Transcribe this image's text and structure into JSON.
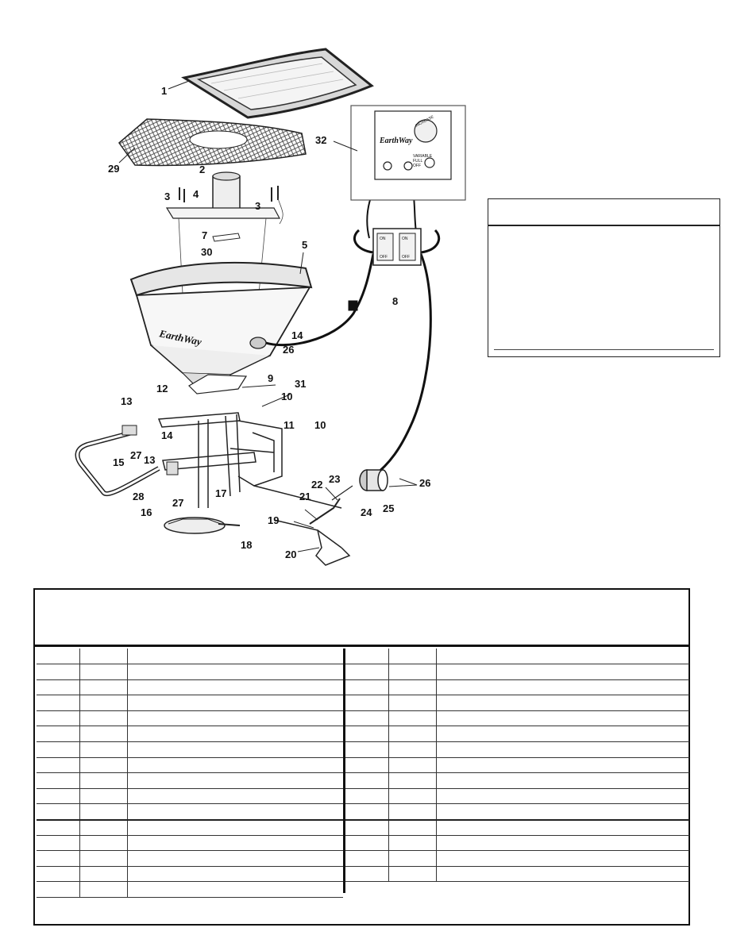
{
  "diagram": {
    "callouts": {
      "c1": "1",
      "c2": "2",
      "c3a": "3",
      "c3b": "3",
      "c4": "4",
      "c5": "5",
      "c7": "7",
      "c8": "8",
      "c9": "9",
      "c10a": "10",
      "c10b": "10",
      "c11": "11",
      "c12": "12",
      "c13a": "13",
      "c13b": "13",
      "c14a": "14",
      "c14b": "14",
      "c15": "15",
      "c16": "16",
      "c17": "17",
      "c18": "18",
      "c19": "19",
      "c20": "20",
      "c21": "21",
      "c22": "22",
      "c23": "23",
      "c24": "24",
      "c25": "25",
      "c26a": "26",
      "c26b": "26",
      "c27a": "27",
      "c27b": "27",
      "c28": "28",
      "c29": "29",
      "c30": "30",
      "c31": "31",
      "c32": "32"
    },
    "control_panel": {
      "brand": "EarthWay",
      "knob_label": "INCREASE",
      "switch_label_1": "VARIABLE",
      "switch_label_2": "FULL",
      "switch_label_3": "OFF"
    },
    "switch_box": {
      "on_label": "ON",
      "off_label": "OFF"
    },
    "hopper_brand": "EarthWay"
  },
  "side_box": {
    "header": ""
  },
  "parts_table": {
    "title": "",
    "left_rows": 16,
    "right_rows": 15
  }
}
